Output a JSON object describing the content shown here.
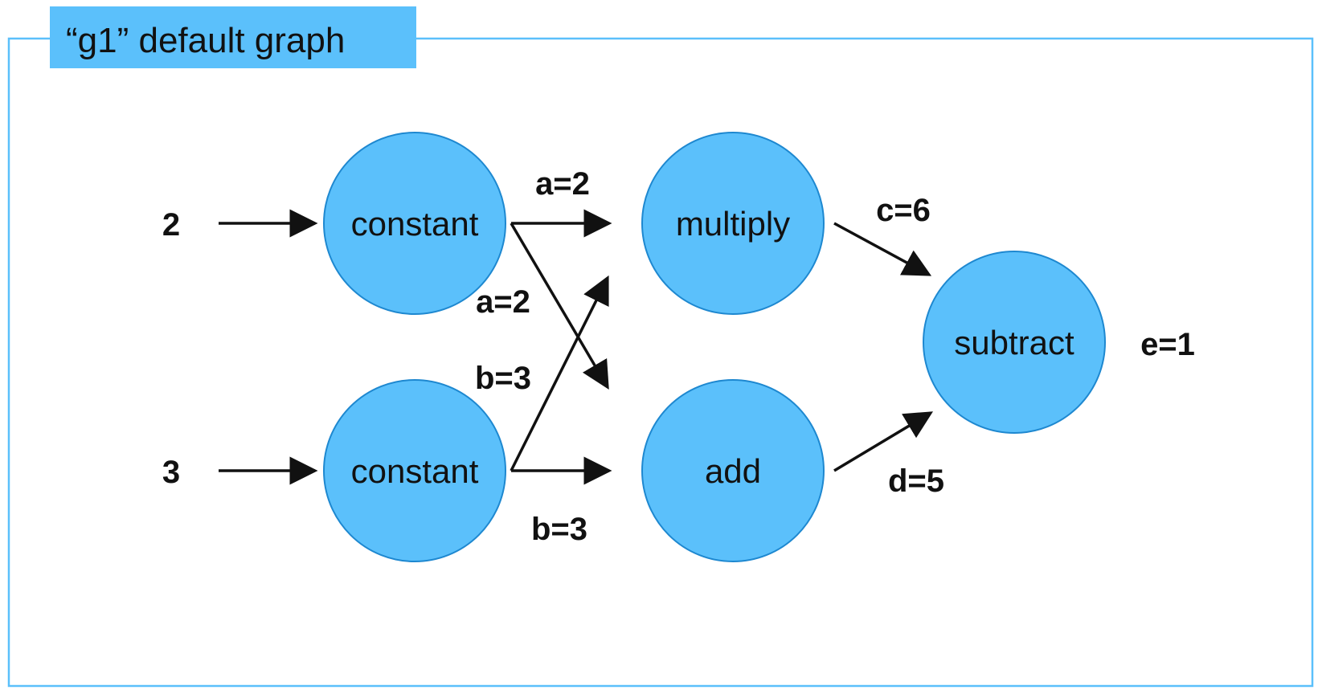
{
  "title": "“g1” default graph",
  "colors": {
    "node_fill": "#5BC0FB",
    "node_stroke": "#1E88D0",
    "frame": "#5BC0FB",
    "title_bg": "#5BC0FB",
    "ink": "#111111"
  },
  "inputs": [
    {
      "id": "in-2",
      "label": "2"
    },
    {
      "id": "in-3",
      "label": "3"
    }
  ],
  "nodes": [
    {
      "id": "constant-1",
      "label": "constant"
    },
    {
      "id": "constant-2",
      "label": "constant"
    },
    {
      "id": "multiply",
      "label": "multiply"
    },
    {
      "id": "add",
      "label": "add"
    },
    {
      "id": "subtract",
      "label": "subtract"
    }
  ],
  "edge_labels": {
    "a_to_multiply": "a=2",
    "a_to_add": "a=2",
    "b_to_multiply": "b=3",
    "b_to_add": "b=3",
    "c": "c=6",
    "d": "d=5"
  },
  "output": {
    "label": "e=1"
  }
}
